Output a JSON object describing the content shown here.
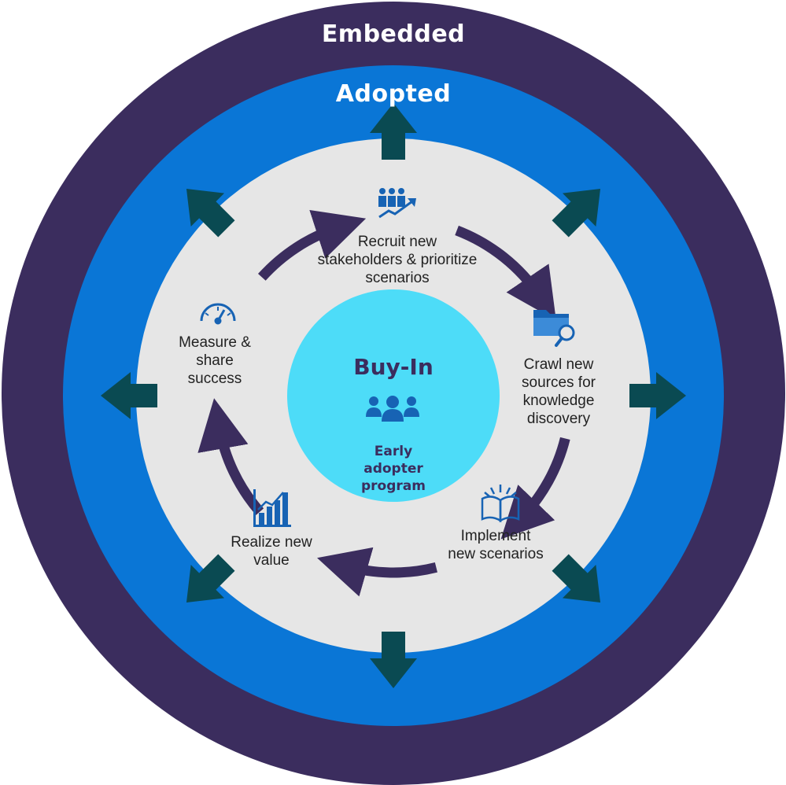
{
  "colors": {
    "embedded_ring": "#3b2d5e",
    "adopted_ring": "#0a76d6",
    "inner_disc": "#e6e6e6",
    "core": "#4ddcf8",
    "cycle_arrow": "#3b2d5e",
    "outward_arrow": "#0a4a52",
    "icon": "#1763b4",
    "core_text": "#3b2d5e"
  },
  "rings": {
    "embedded": {
      "label": "Embedded"
    },
    "adopted": {
      "label": "Adopted"
    }
  },
  "core": {
    "title": "Buy-In",
    "subtitle": "Early\nadopter\nprogram",
    "icon": "people-group-icon"
  },
  "steps": [
    {
      "id": "recruit",
      "label": "Recruit new\nstakeholders & prioritize\nscenarios",
      "icon": "people-growth-icon"
    },
    {
      "id": "crawl",
      "label": "Crawl new\nsources for\nknowledge\ndiscovery",
      "icon": "folder-search-icon"
    },
    {
      "id": "implement",
      "label": "Implement\nnew scenarios",
      "icon": "open-book-icon"
    },
    {
      "id": "realize",
      "label": "Realize new\nvalue",
      "icon": "bar-chart-growth-icon"
    },
    {
      "id": "measure",
      "label": "Measure &\nshare\nsuccess",
      "icon": "gauge-icon"
    }
  ]
}
